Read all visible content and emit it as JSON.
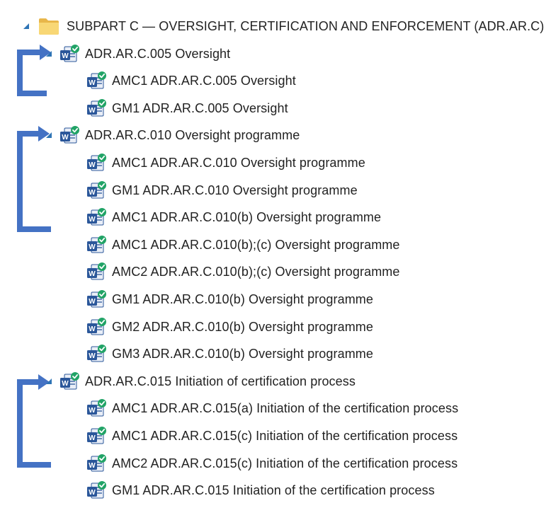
{
  "colors": {
    "bracket": "#4472c4",
    "expander": "#2e74b5",
    "folder": "#f8d775",
    "word_blue": "#2b579a",
    "sync_green": "#21a366"
  },
  "tree": {
    "root": {
      "label": "SUBPART C — OVERSIGHT, CERTIFICATION AND ENFORCEMENT (ADR.AR.C)",
      "icon": "folder-icon",
      "expanded": true
    },
    "groups": [
      {
        "label": "ADR.AR.C.005 Oversight",
        "icon": "word-doc-synced-icon",
        "expanded": true,
        "children": [
          {
            "label": "AMC1 ADR.AR.C.005 Oversight"
          },
          {
            "label": "GM1 ADR.AR.C.005 Oversight"
          }
        ]
      },
      {
        "label": "ADR.AR.C.010 Oversight programme",
        "icon": "word-doc-synced-icon",
        "expanded": true,
        "children": [
          {
            "label": "AMC1 ADR.AR.C.010 Oversight programme"
          },
          {
            "label": "GM1 ADR.AR.C.010 Oversight programme"
          },
          {
            "label": "AMC1 ADR.AR.C.010(b) Oversight programme"
          },
          {
            "label": "AMC1 ADR.AR.C.010(b);(c) Oversight programme"
          },
          {
            "label": "AMC2 ADR.AR.C.010(b);(c) Oversight programme"
          },
          {
            "label": "GM1 ADR.AR.C.010(b) Oversight programme"
          },
          {
            "label": "GM2 ADR.AR.C.010(b) Oversight programme"
          },
          {
            "label": "GM3 ADR.AR.C.010(b) Oversight programme"
          }
        ]
      },
      {
        "label": "ADR.AR.C.015 Initiation of certification process",
        "icon": "word-doc-synced-icon",
        "expanded": true,
        "children": [
          {
            "label": "AMC1 ADR.AR.C.015(a) Initiation of the certification process"
          },
          {
            "label": "AMC1 ADR.AR.C.015(c) Initiation of the certification process"
          },
          {
            "label": "AMC2 ADR.AR.C.015(c) Initiation of the certification process"
          },
          {
            "label": "GM1 ADR.AR.C.015 Initiation of the certification process"
          }
        ]
      }
    ]
  }
}
